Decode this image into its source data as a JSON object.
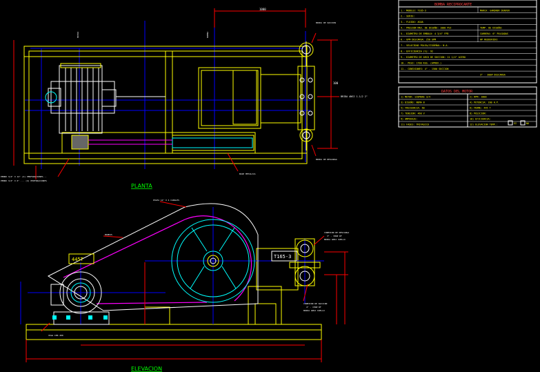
{
  "views": {
    "plan_title": "PLANTA",
    "elevation_title": "ELEVACION"
  },
  "plan": {
    "top_dimension": "1000",
    "right_dimension": "100",
    "note_left_1": "PERNO 3/4\" X 12\" (4) PERFORACIONES...",
    "note_left_2": "PERNO 3/4\" X 6\" ... (4) PERFORACIONES",
    "callout_bottom": "BASE METALICA",
    "callout_suction": "BRIDA DE SUCCION",
    "callout_discharge": "BRIDA DE DESCARGA",
    "motor_label_top": "MOTOR",
    "pump_label_top": "BOMBA",
    "side_ref": "BRIDA ANSI 1-1/2 2\""
  },
  "elevation": {
    "callout_top": "POLEA 14\" X 4 CANALES",
    "callout_belt": "BANDAS",
    "motor_frame": "445T",
    "pump_model": "T165-3",
    "discharge_note_1": "CONEXION DE DESCARGA",
    "discharge_note_2": "3\" - 300# RF",
    "discharge_note_3": "BRIDA ANSI CUELLO",
    "suction_note_1": "CONEXION DE SUCCION",
    "suction_note_2": "4\" - 150# RF",
    "suction_note_3": "BRIDA ANSI CUELLO",
    "base_label": "VIGA IPR 200",
    "dim_base": "",
    "dim_height": ""
  },
  "pump_table": {
    "header": "BOMBA RECIPROCANTE",
    "rows": [
      [
        "1.- MODELO:  T165-3",
        "MARCA:  GARDNER DENVER"
      ],
      [
        "2.- SERIE:",
        ""
      ],
      [
        "3.- FLUIDO:  AGUA",
        ""
      ],
      [
        "4.- PRESION MAX. DE DISEÑO:  1000 PSI",
        "TEMP. DE DISEÑO:"
      ],
      [
        "5.- DIAMETRO DE EMBOLO:  4 3/4\" FPD",
        "CARRERA:  6\" PULGADAS"
      ],
      [
        "6.- GPM DESCARGA:  250 GPM",
        "HP REQUERIDO:"
      ],
      [
        "7.- VELOCIDAD POLEA/CIGÜEÑAL:  N.A.",
        ""
      ],
      [
        "8.- EFFICIENCIA  (%):  92",
        ""
      ],
      [
        "9.- DIAMETRO DE ARCO DE SUCCION:  11 1/4\" ACERO",
        ""
      ],
      [
        "10.- PESO:  1700 KGS. (APROX.)",
        ""
      ],
      [
        "11.- CONEXIONES:  4\" - 150# SUCCION",
        ""
      ],
      [
        "",
        "3\" - 300# DESCARGA"
      ],
      [
        "",
        ""
      ]
    ]
  },
  "motor_table": {
    "header": "DATOS DEL MOTOR",
    "rows": [
      [
        "1) MOTOR:  SIEMENS 3/4",
        "2) RPM:  1800"
      ],
      [
        "3) DISEÑO:  NEMA B",
        "4) POTENCIA:  200 H.P."
      ],
      [
        "5) FRECUENCIA:  60",
        "6) FRAME:  445 T"
      ],
      [
        "7) TENSION:  460 V",
        "8) POSICION:"
      ],
      [
        "9) AMPERAJE:",
        "10) EFICIENCIA:"
      ],
      [
        "11) FASES:  TRIFASICO",
        "12) ELEVACION TEMP.:"
      ]
    ],
    "yes_label": "SI",
    "no_label": "NO"
  },
  "colors": {
    "background": "#000000",
    "frame": "#ffff00",
    "motor": "#ffffff",
    "dimension": "#ff0000",
    "center_line": "#0000ff",
    "belt": "#ff00ff",
    "flywheel": "#00ffff",
    "title_green": "#00ff00",
    "table_text": "#ffff00",
    "table_header": "#ff4040",
    "table_lines": "#ffffff"
  }
}
